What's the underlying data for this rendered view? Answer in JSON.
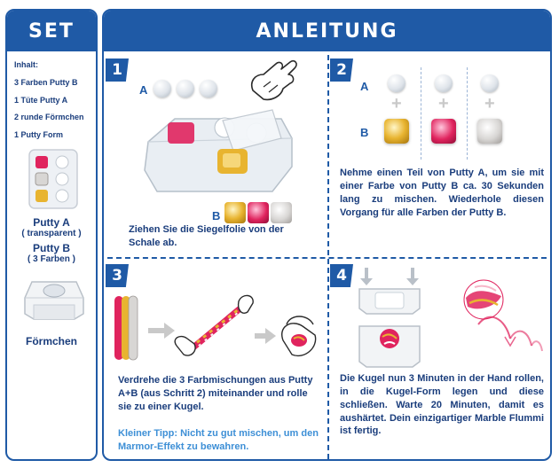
{
  "set": {
    "title": "SET",
    "inhalt_label": "Inhalt:",
    "items": [
      "3 Farben Putty B",
      "1 Tüte Putty A",
      "2 runde Förmchen",
      "1 Putty Form"
    ],
    "putty_a_label": "Putty A",
    "putty_a_sub": "( transparent )",
    "putty_b_label": "Putty B",
    "putty_b_sub": "( 3 Farben )",
    "formchen_label": "Förmchen"
  },
  "anleitung": {
    "title": "ANLEITUNG",
    "steps": [
      {
        "num": "1",
        "label_a": "A",
        "label_b": "B",
        "text": "Ziehen Sie die Siegelfolie von der Schale ab."
      },
      {
        "num": "2",
        "label_a": "A",
        "label_b": "B",
        "text": "Nehme einen Teil von Putty A, um sie mit einer Farbe von Putty B ca. 30 Sekunden lang zu mischen. Wiederhole diesen Vorgang für alle Farben der Putty B."
      },
      {
        "num": "3",
        "text": "Verdrehe die 3 Farbmischungen aus Putty A+B (aus Schritt 2) miteinander und rolle sie zu einer Kugel.",
        "tip": "Kleiner Tipp: Nicht zu gut mischen, um den Marmor-Effekt zu bewahren."
      },
      {
        "num": "4",
        "text": "Die Kugel nun 3 Minuten in der Hand rollen, in die Kugel-Form legen und diese schließen. Warte 20 Minuten, damit es aushärtet. Dein einzigartiger Marble Flummi ist fertig."
      }
    ]
  },
  "colors": {
    "brand_blue": "#1f5aa6",
    "text_blue": "#1a3d7c",
    "tip_blue": "#3d8fd6",
    "gold": "#e8b430",
    "pink": "#e0245e",
    "silver": "#d8d6d4"
  }
}
